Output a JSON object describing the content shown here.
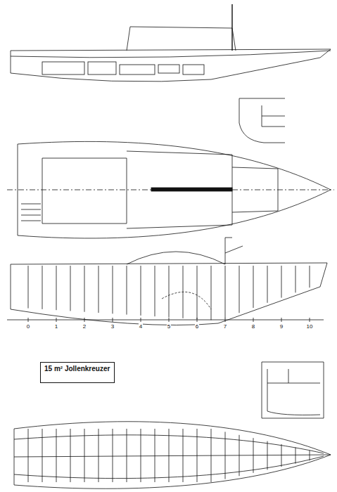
{
  "diagram": {
    "nodes": [
      {
        "text": [
          "15 m² Jollenkreuzer"
        ]
      }
    ],
    "labels": [
      "0",
      "1",
      "2",
      "3",
      "4",
      "5",
      "6",
      "7",
      "8",
      "9",
      "10"
    ]
  }
}
